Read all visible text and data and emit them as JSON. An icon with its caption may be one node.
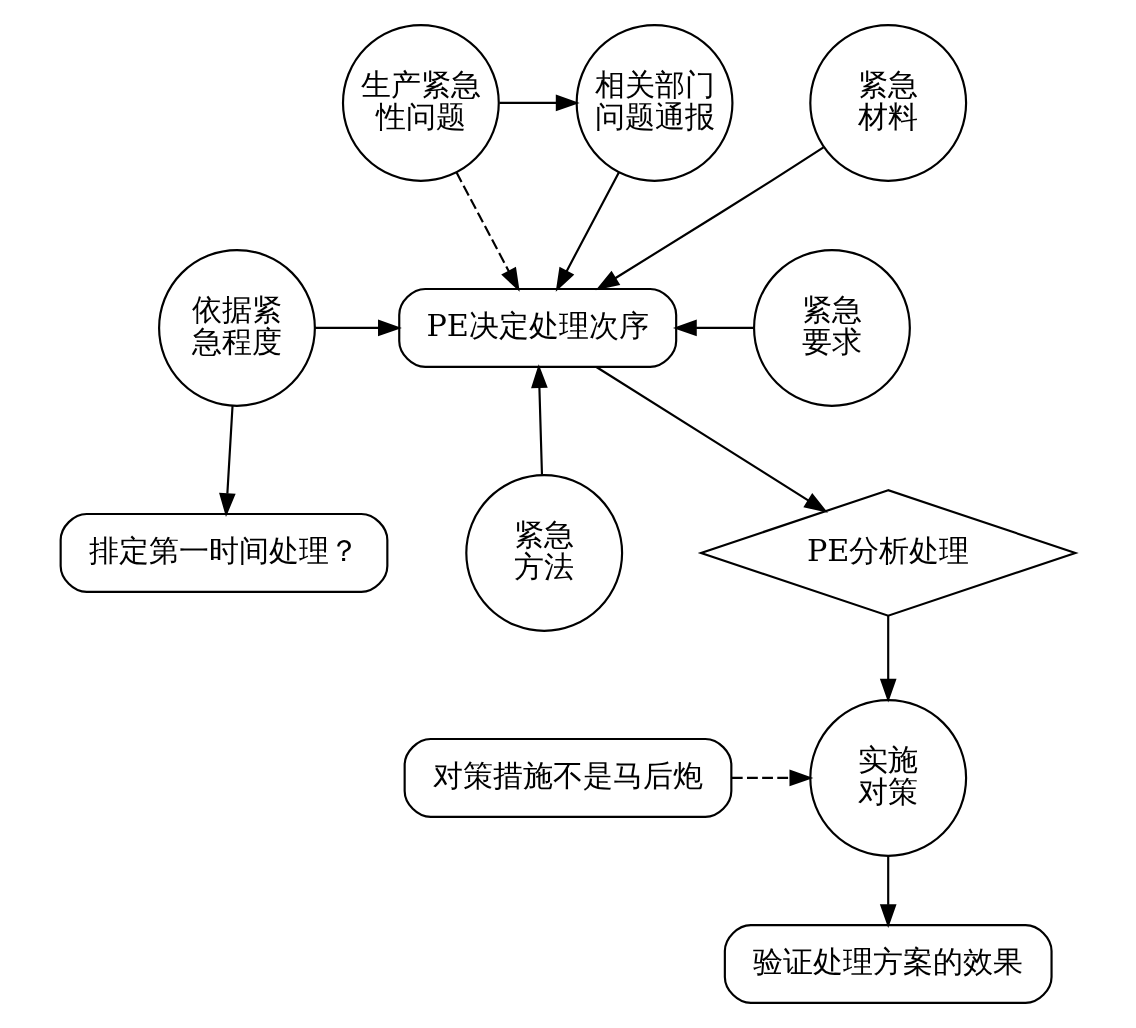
{
  "diagram": {
    "nodes": [
      {
        "text": [
          "生产紧急性问题"
        ]
      },
      {
        "text": [
          "相关部门问题通报"
        ]
      },
      {
        "text": [
          "紧急材料"
        ]
      },
      {
        "text": [
          "依据紧急程度"
        ]
      },
      {
        "text": [
          "PE决定处理次序"
        ]
      },
      {
        "text": [
          "紧急要求"
        ]
      },
      {
        "text": [
          "排定第一时间处理？"
        ]
      },
      {
        "text": [
          "PE分析处理"
        ]
      },
      {
        "text": [
          "紧急方法"
        ]
      },
      {
        "text": [
          "对策措施不是马后炮"
        ]
      },
      {
        "text": [
          "实施对策"
        ]
      },
      {
        "text": [
          "验证处理方案的效果"
        ]
      }
    ],
    "edges": [
      {
        "from": 0,
        "to": 1,
        "arrow": "to"
      },
      {
        "from": 0,
        "to": 4,
        "arrow": "to",
        "style": "dashed"
      },
      {
        "from": 1,
        "to": 4,
        "arrow": "to"
      },
      {
        "from": 3,
        "to": 4,
        "arrow": "to"
      },
      {
        "from": 3,
        "to": 6,
        "arrow": "to"
      },
      {
        "from": 2,
        "to": 4,
        "arrow": "to"
      },
      {
        "from": 5,
        "to": 4,
        "arrow": "to"
      },
      {
        "from": 8,
        "to": 4,
        "arrow": "to"
      },
      {
        "from": 4,
        "to": 7,
        "arrow": "to"
      },
      {
        "from": 7,
        "to": 10,
        "arrow": "to"
      },
      {
        "from": 9,
        "to": 10,
        "arrow": "to",
        "style": "dashed"
      },
      {
        "from": 10,
        "to": 11,
        "arrow": "to"
      }
    ]
  }
}
